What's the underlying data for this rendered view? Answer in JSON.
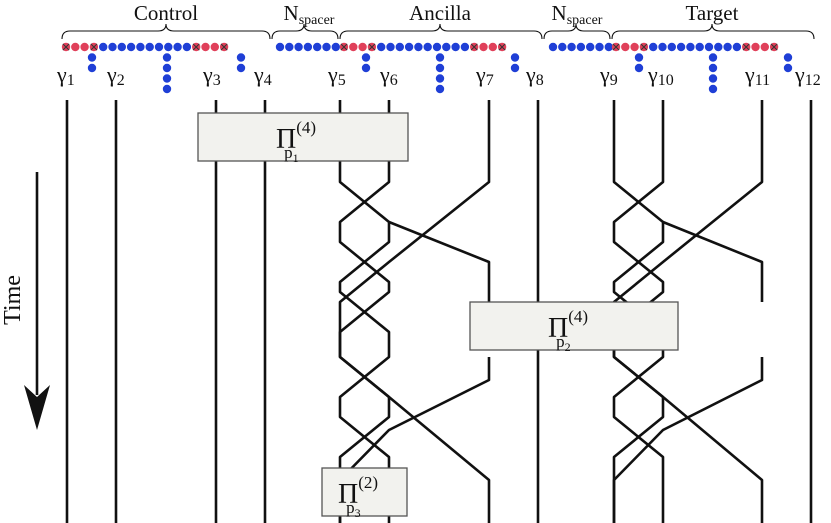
{
  "groups": [
    {
      "label_main": "Control",
      "label_sub": ""
    },
    {
      "label_main": "N",
      "label_sub": "spacer"
    },
    {
      "label_main": "Ancilla",
      "label_sub": ""
    },
    {
      "label_main": "N",
      "label_sub": "spacer"
    },
    {
      "label_main": "Target",
      "label_sub": ""
    }
  ],
  "gammas": [
    {
      "sym": "γ",
      "sub": "1"
    },
    {
      "sym": "γ",
      "sub": "2"
    },
    {
      "sym": "γ",
      "sub": "3"
    },
    {
      "sym": "γ",
      "sub": "4"
    },
    {
      "sym": "γ",
      "sub": "5"
    },
    {
      "sym": "γ",
      "sub": "6"
    },
    {
      "sym": "γ",
      "sub": "7"
    },
    {
      "sym": "γ",
      "sub": "8"
    },
    {
      "sym": "γ",
      "sub": "9"
    },
    {
      "sym": "γ",
      "sub": "10"
    },
    {
      "sym": "γ",
      "sub": "11"
    },
    {
      "sym": "γ",
      "sub": "12"
    }
  ],
  "boxes": [
    {
      "op": "Π",
      "sub": "p",
      "subsub": "1",
      "sup": "(4)"
    },
    {
      "op": "Π",
      "sub": "p",
      "subsub": "2",
      "sup": "(4)"
    },
    {
      "op": "Π",
      "sub": "p",
      "subsub": "3",
      "sup": "(2)"
    }
  ],
  "time_label": "Time",
  "colors": {
    "red_site": "#e0405a",
    "blue_site": "#1f3fd6",
    "wire": "#111111",
    "box_fill": "#f2f2ee"
  }
}
